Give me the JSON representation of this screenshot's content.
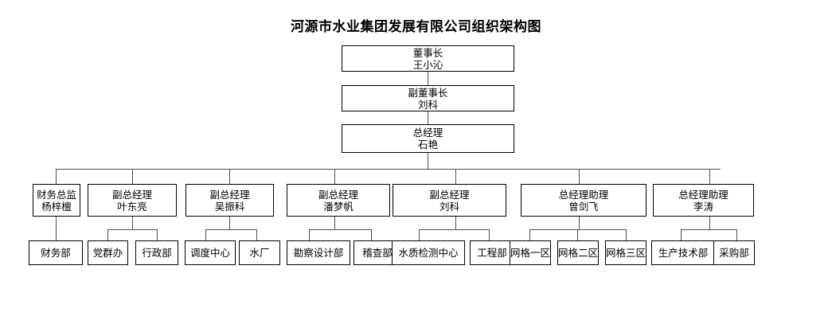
{
  "title": "河源市水业集团发展有限公司组织架构图",
  "org": {
    "chairman": {
      "role": "董事长",
      "person": "王小沁"
    },
    "vice_chairman": {
      "role": "副董事长",
      "person": "刘科"
    },
    "general_manager": {
      "role": "总经理",
      "person": "石艳"
    },
    "executives": [
      {
        "role": "财务总监",
        "person": "杨梓檀"
      },
      {
        "role": "副总经理",
        "person": "叶东亮"
      },
      {
        "role": "副总经理",
        "person": "吴振科"
      },
      {
        "role": "副总经理",
        "person": "潘梦帆"
      },
      {
        "role": "副总经理",
        "person": "刘科"
      },
      {
        "role": "总经理助理",
        "person": "曾剑飞"
      },
      {
        "role": "总经理助理",
        "person": "李涛"
      }
    ],
    "departments": [
      {
        "name": "财务部"
      },
      {
        "name": "党群办"
      },
      {
        "name": "行政部"
      },
      {
        "name": "调度中心"
      },
      {
        "name": "水厂"
      },
      {
        "name": "勘察设计部"
      },
      {
        "name": "稽查部"
      },
      {
        "name": "水质检测中心"
      },
      {
        "name": "工程部"
      },
      {
        "name": "网格一区"
      },
      {
        "name": "网格二区"
      },
      {
        "name": "网格三区"
      },
      {
        "name": "生产技术部"
      },
      {
        "name": "采购部"
      }
    ]
  },
  "colors": {
    "box_border": "#000000",
    "connector": "#4d4d4d",
    "text": "#000000",
    "background": "#ffffff"
  }
}
